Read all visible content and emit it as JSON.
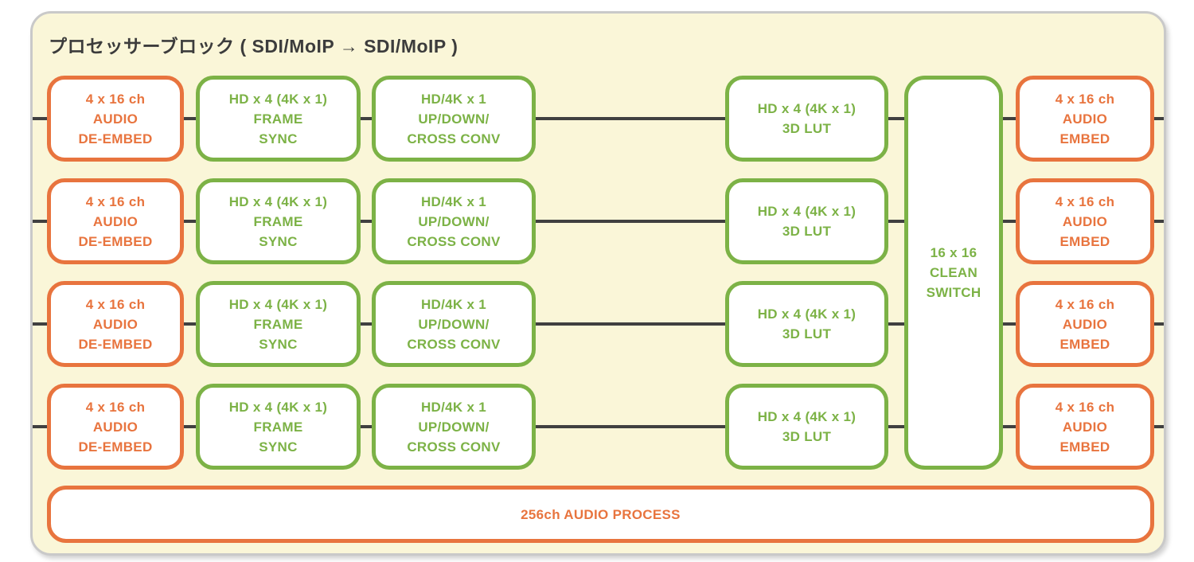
{
  "title": "プロセッサーブロック ( SDI/MoIP → SDI/MoIP )",
  "row_count": 4,
  "blocks": {
    "audio_de_embed": {
      "lines": [
        "4 x 16 ch",
        "AUDIO",
        "DE-EMBED"
      ]
    },
    "frame_sync": {
      "lines": [
        "HD x 4 (4K x 1)",
        "FRAME",
        "SYNC"
      ]
    },
    "up_down_cross_conv": {
      "lines": [
        "HD/4K x 1",
        "UP/DOWN/",
        "CROSS CONV"
      ]
    },
    "lut_3d": {
      "lines": [
        "HD x 4 (4K x 1)",
        "3D LUT"
      ]
    },
    "clean_switch": {
      "lines": [
        "16 x 16",
        "CLEAN",
        "SWITCH"
      ]
    },
    "audio_embed": {
      "lines": [
        "4 x 16 ch",
        "AUDIO",
        "EMBED"
      ]
    },
    "audio_process": {
      "label": "256ch AUDIO PROCESS"
    }
  },
  "colors": {
    "panel_background": "#FAF6D8",
    "panel_border": "#C9C9C9",
    "orange": "#E8743E",
    "green": "#7CB246",
    "signal_line": "#404040",
    "title_text": "#3C3C3C",
    "block_background": "#FFFFFF"
  }
}
